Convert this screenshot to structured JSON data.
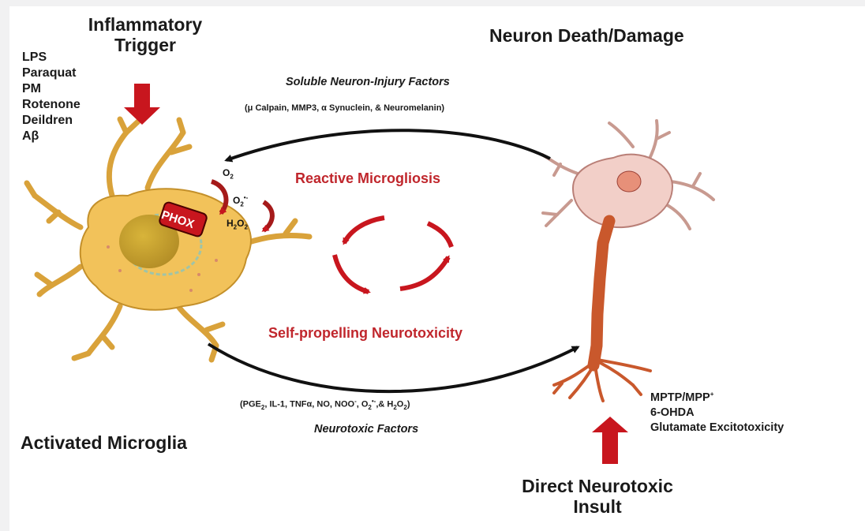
{
  "titles": {
    "inflammatory_trigger": [
      "Inflammatory",
      "Trigger"
    ],
    "neuron_death": "Neuron Death/Damage",
    "activated_microglia": "Activated Microglia",
    "direct_insult": [
      "Direct Neurotoxic",
      "Insult"
    ]
  },
  "trigger_list": [
    "LPS",
    "Paraquat",
    "PM",
    "Rotenone",
    "Deildren",
    "Aβ"
  ],
  "soluble_factors": {
    "title": "Soluble Neuron-Injury Factors",
    "detail": "(μ Calpain, MMP3, α Synuclein, & Neuromelanin)"
  },
  "cycle": {
    "top": "Reactive Microgliosis",
    "bottom": "Self-propelling Neurotoxicity"
  },
  "neurotoxic_factors": {
    "title": "Neurotoxic Factors",
    "detail_parts": [
      "(PGE",
      "2",
      ", IL-1, TNFα, NO, NOO",
      "-",
      ",  O",
      "2",
      "•-",
      ",& H",
      "2",
      "O",
      "2",
      ")"
    ]
  },
  "insult_list": {
    "mptp": "MPTP/MPP",
    "mptp_sup": "+",
    "ohda": "6-OHDA",
    "glutamate": "Glutamate Excitotoxicity"
  },
  "phox": {
    "label": "PHOX",
    "o2": [
      "O",
      "2"
    ],
    "superoxide": [
      "O",
      "2",
      "•-"
    ],
    "h2o2": [
      "H",
      "2",
      "O",
      "2"
    ]
  },
  "colors": {
    "red_accent": "#c0262c",
    "arrow_red": "#c8161e",
    "microglia_fill": "#f2c25a",
    "microglia_stroke": "#c4902a",
    "nucleus": "#c9a42e",
    "neuron_fill": "#f2cfc8",
    "axon": "#c9582c"
  }
}
